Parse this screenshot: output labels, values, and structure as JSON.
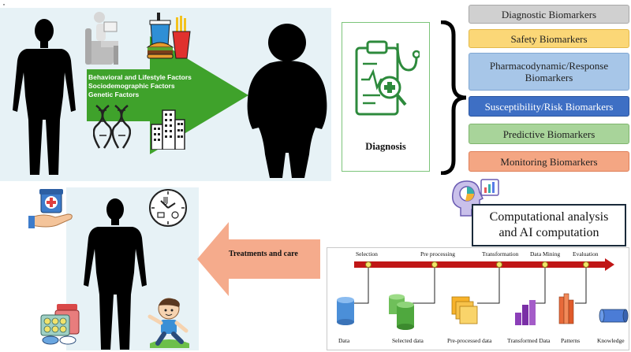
{
  "top_mark": "·",
  "factors": [
    "Behavioral and Lifestyle Factors",
    "Sociodemographic Factors",
    "Genetic Factors"
  ],
  "diagnosis_label": "Diagnosis",
  "biomarkers": [
    {
      "label": "Diagnostic Biomarkers",
      "color": "#d0d0d0",
      "border": "#a8a8a8"
    },
    {
      "label": "Safety Biomarkers",
      "color": "#fbd777",
      "border": "#e3b94a"
    },
    {
      "label": "Pharmacodynamic/Response Biomarkers",
      "color": "#a7c6e8",
      "border": "#7fa6d2"
    },
    {
      "label": "Susceptibility/Risk Biomarkers",
      "color": "#3e6fc4",
      "border": "#2b55a0"
    },
    {
      "label": "Predictive Biomarkers",
      "color": "#a8d49a",
      "border": "#7fb56e"
    },
    {
      "label": "Monitoring Biomarkers",
      "color": "#f4a683",
      "border": "#e0805a"
    }
  ],
  "computational_label": [
    "Computational analysis",
    "and AI computation"
  ],
  "treatments_label": "Treatments and care",
  "kdd_steps": [
    "Selection",
    "Pre processing",
    "Transformation",
    "Data Mining",
    "Evaluation"
  ],
  "kdd_outputs": [
    "Data",
    "Selected data",
    "Pre-processed data",
    "Transformed Data",
    "Patterns",
    "Knowledge"
  ],
  "colors": {
    "panel": "#e7f2f6",
    "green_arrow": "#3fa22b",
    "salmon_arrow": "#f5ab8c",
    "timeline": "#c01616"
  }
}
